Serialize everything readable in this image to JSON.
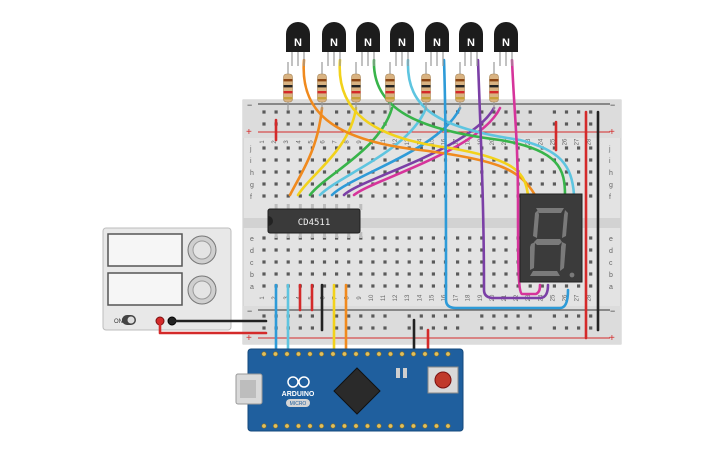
{
  "transistors": [
    {
      "letter": "N"
    },
    {
      "letter": "N"
    },
    {
      "letter": "N"
    },
    {
      "letter": "N"
    },
    {
      "letter": "N"
    },
    {
      "letter": "N"
    },
    {
      "letter": "N"
    }
  ],
  "chip": {
    "label": "CD4511"
  },
  "breadboard": {
    "rail_plus": "+",
    "rail_minus": "−",
    "top_row_letters": [
      "j",
      "i",
      "h",
      "g",
      "f"
    ],
    "bottom_row_letters": [
      "e",
      "d",
      "c",
      "b",
      "a"
    ],
    "column_numbers": [
      "1",
      "2",
      "3",
      "4",
      "5",
      "6",
      "7",
      "8",
      "9",
      "10",
      "11",
      "12",
      "13",
      "14",
      "15",
      "16",
      "17",
      "18",
      "19",
      "20",
      "21",
      "22",
      "23",
      "24",
      "25",
      "26",
      "27",
      "28"
    ]
  },
  "display": {
    "digit": "8."
  },
  "power_supply": {
    "switch_label": "ON"
  },
  "arduino": {
    "brand": "ARDUINO",
    "model": "MICRO"
  },
  "colors": {
    "wire_orange": "#f08a1e",
    "wire_yellow": "#f2d21b",
    "wire_green": "#38b44a",
    "wire_cyan": "#5ec5e0",
    "wire_blue": "#2e9bd8",
    "wire_purple": "#7b3fa6",
    "wire_magenta": "#d6349b",
    "wire_red": "#d42a2a",
    "wire_black": "#222222",
    "board_blue": "#1f5f9e"
  }
}
